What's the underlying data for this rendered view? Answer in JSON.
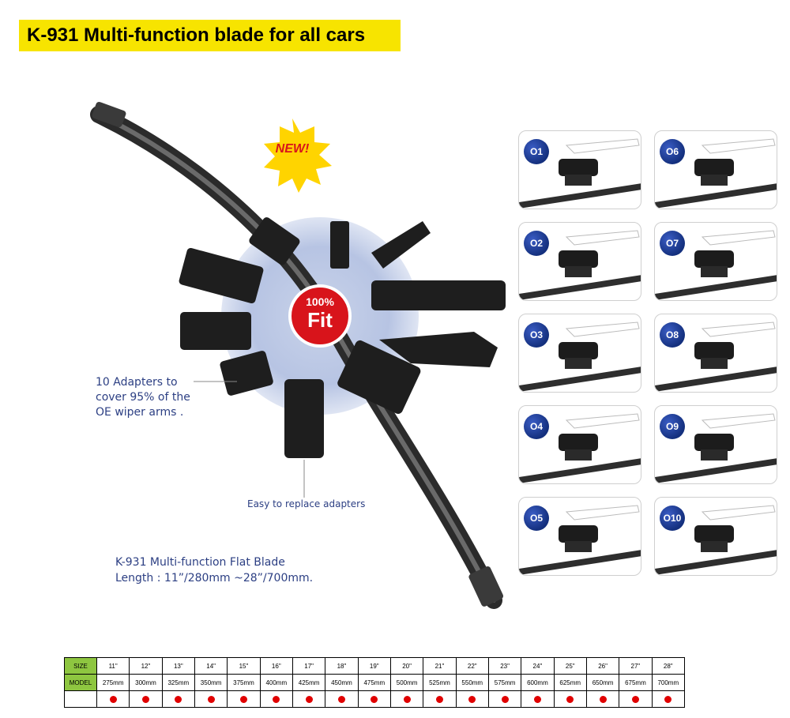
{
  "title": "K-931 Multi-function blade for all cars",
  "hero": {
    "new_badge": "NEW!",
    "fit_line1": "100%",
    "fit_line2": "Fit",
    "adapters_note": [
      "10 Adapters to",
      "cover 95% of the",
      "OE wiper arms ."
    ],
    "easy_note": "Easy to replace adapters",
    "blade_note": [
      "K-931 Multi-function Flat Blade",
      "Length : 11”/280mm ~28”/700mm."
    ]
  },
  "adapters": [
    "O1",
    "O6",
    "O2",
    "O7",
    "O3",
    "O8",
    "O4",
    "O9",
    "O5",
    "O10"
  ],
  "size_table": {
    "size_label": "SIZE",
    "model_label": "MODEL",
    "sizes": [
      "11\"",
      "12\"",
      "13\"",
      "14\"",
      "15\"",
      "16\"",
      "17\"",
      "18\"",
      "19\"",
      "20\"",
      "21\"",
      "22\"",
      "23\"",
      "24\"",
      "25\"",
      "26\"",
      "27\"",
      "28\""
    ],
    "models": [
      "275mm",
      "300mm",
      "325mm",
      "350mm",
      "375mm",
      "400mm",
      "425mm",
      "450mm",
      "475mm",
      "500mm",
      "525mm",
      "550mm",
      "575mm",
      "600mm",
      "625mm",
      "650mm",
      "675mm",
      "700mm"
    ],
    "available_color": "#e00000"
  }
}
